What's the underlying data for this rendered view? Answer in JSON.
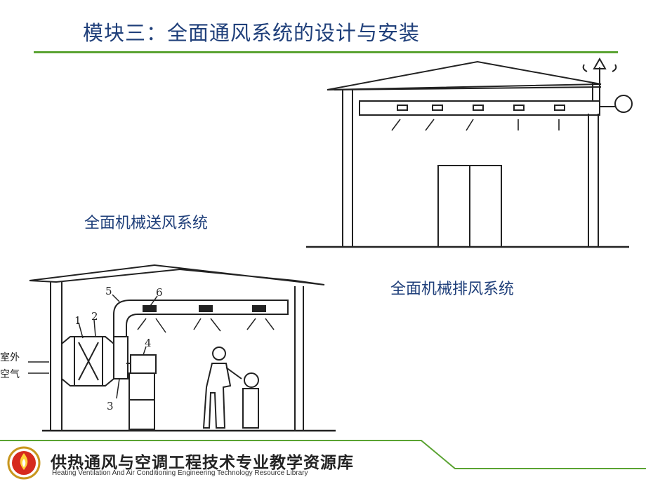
{
  "title": "模块三：全面通风系统的设计与安装",
  "labels": {
    "supply": "全面机械送风系统",
    "exhaust": "全面机械排风系统"
  },
  "supply_diagram": {
    "numbers": [
      "1",
      "2",
      "3",
      "4",
      "5",
      "6"
    ],
    "outdoor_air_top": "室外",
    "outdoor_air_bottom": "空气"
  },
  "footer": {
    "cn": "供热通风与空调工程技术专业教学资源库",
    "en": "Heating  Ventilation And Air Conditioning Engineering Technology Resource Library"
  },
  "colors": {
    "title": "#1f3f7a",
    "accent_green": "#5aa332",
    "line": "#222222"
  }
}
